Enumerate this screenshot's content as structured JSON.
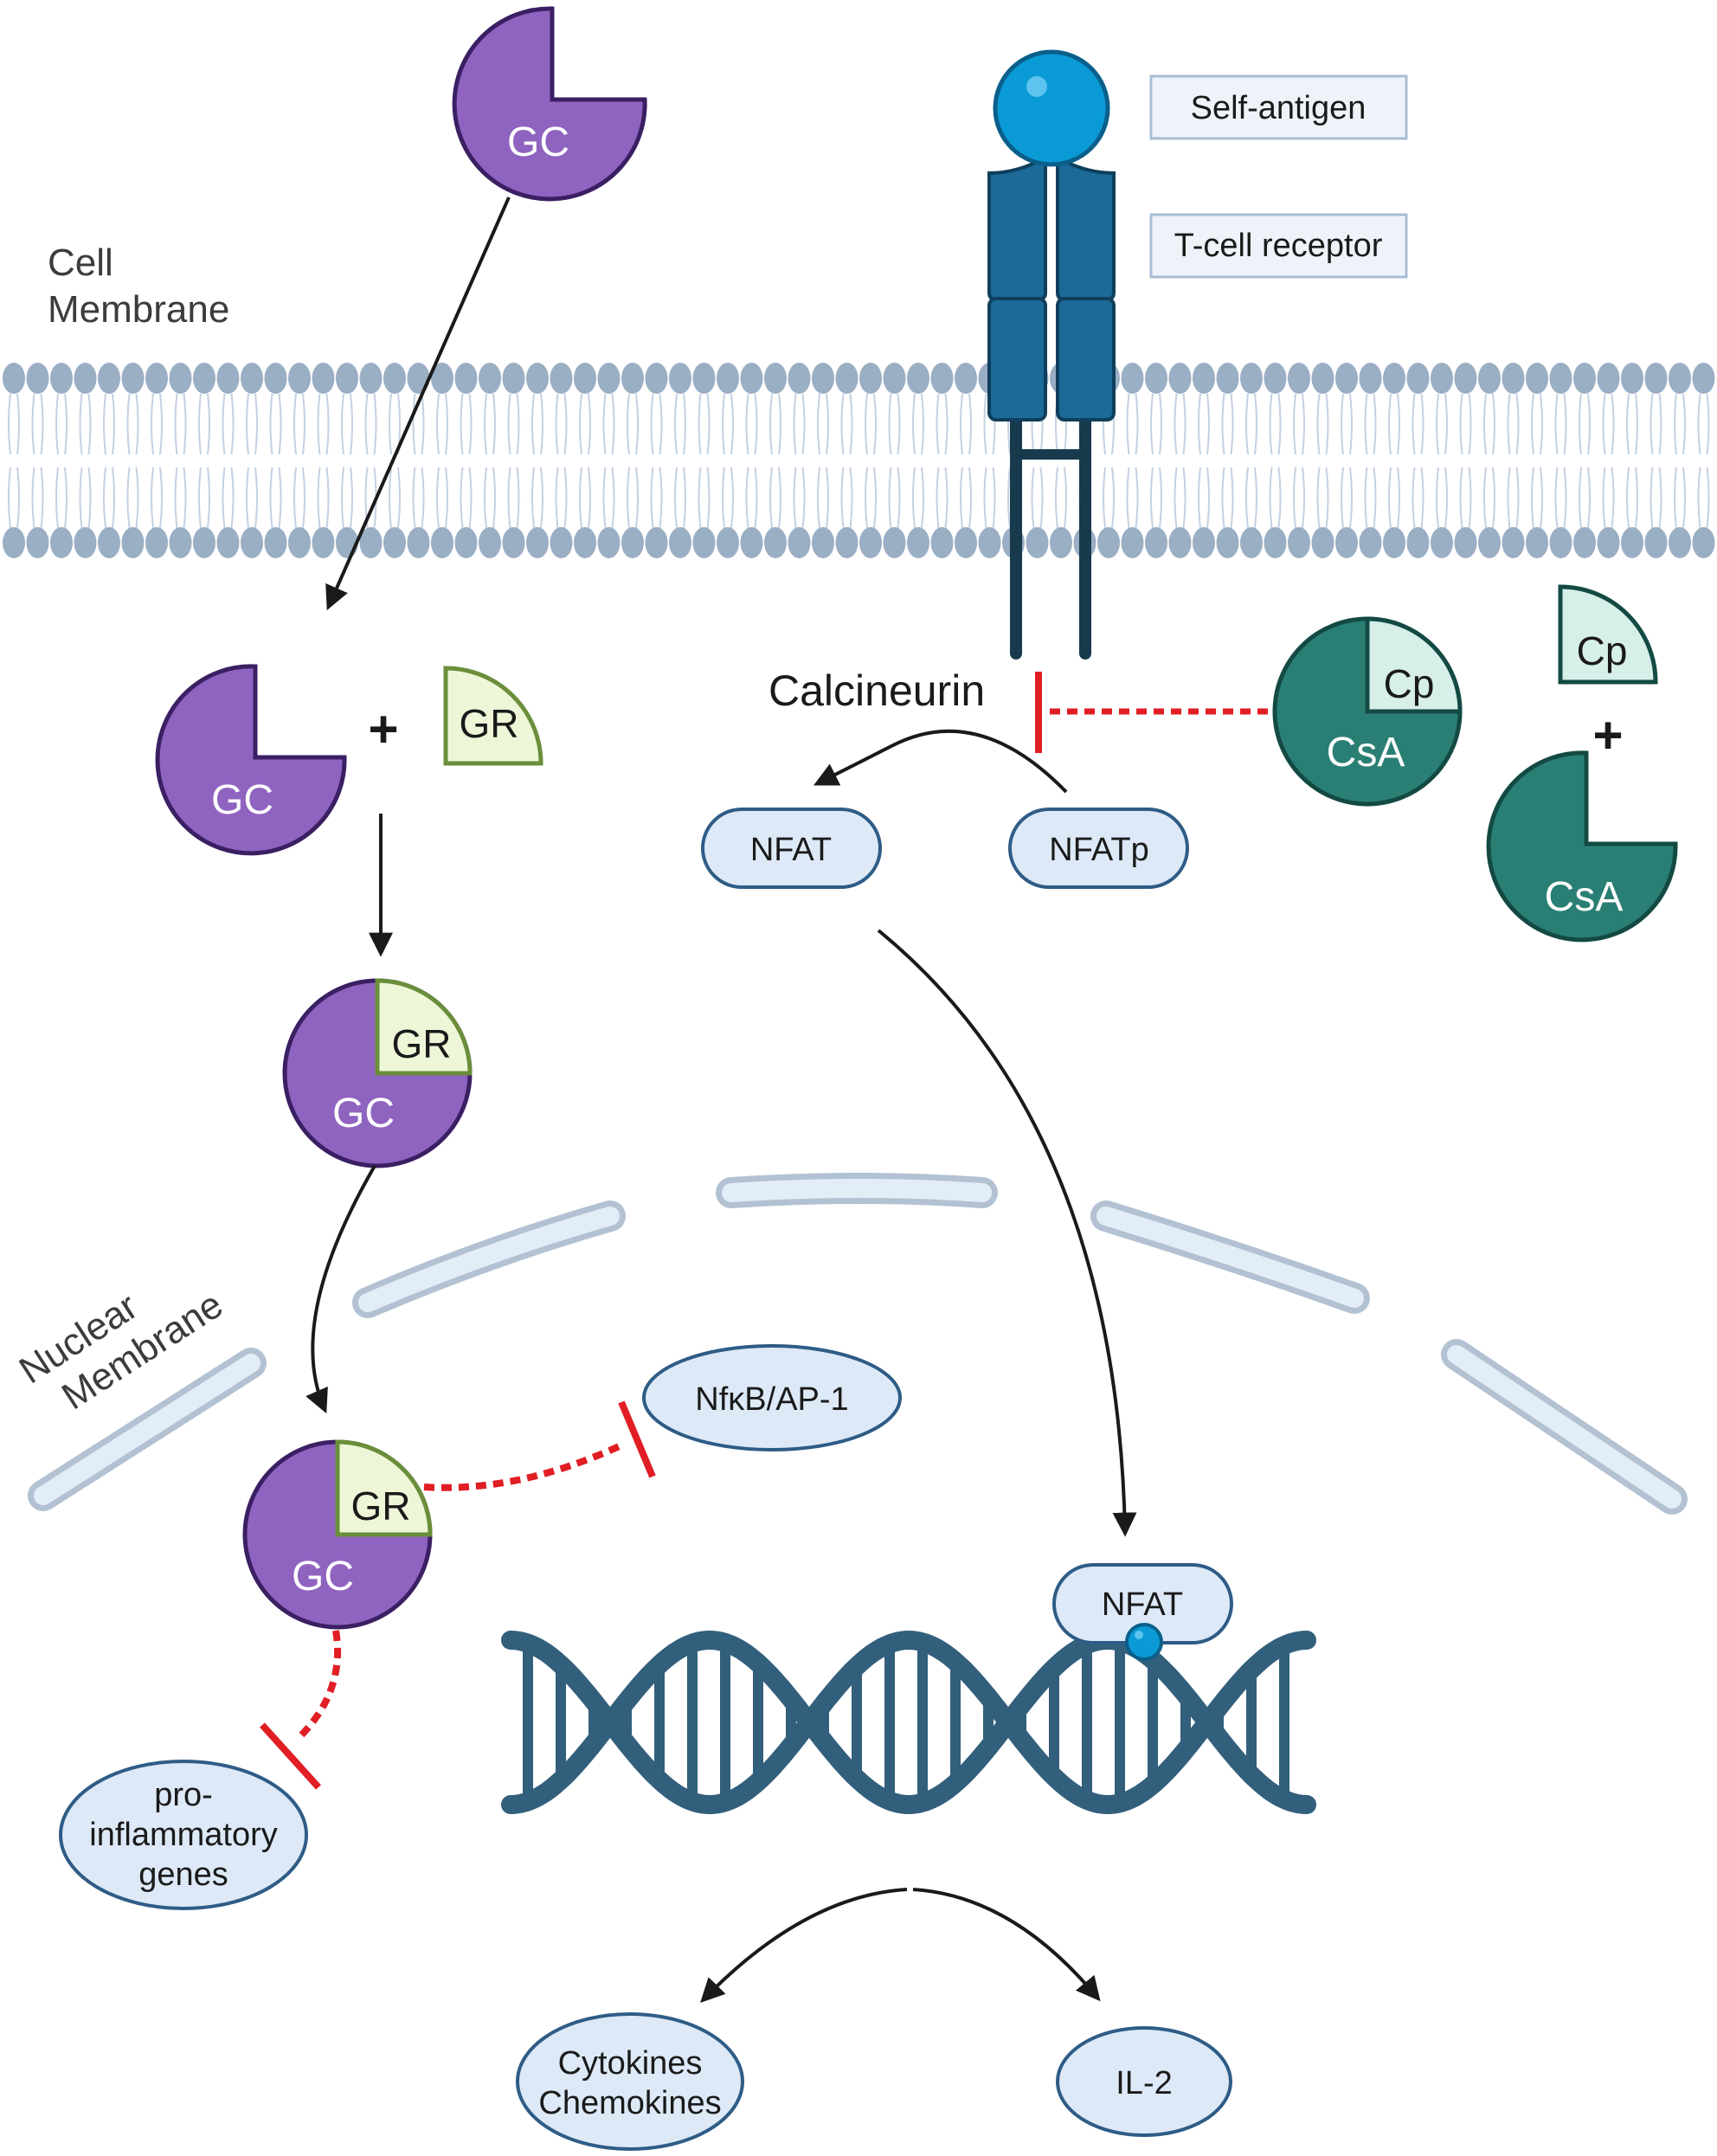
{
  "labels": {
    "cell_membrane_1": "Cell",
    "cell_membrane_2": "Membrane",
    "nuclear_membrane_1": "Nuclear",
    "nuclear_membrane_2": "Membrane",
    "self_antigen": "Self-antigen",
    "tcell_receptor": "T-cell receptor",
    "calcineurin": "Calcineurin",
    "gc": "GC",
    "gr": "GR",
    "plus": "+",
    "cp": "Cp",
    "csa": "CsA",
    "nfat": "NFAT",
    "nfatp": "NFATp",
    "nfkb_ap1": "NfκB/AP-1",
    "proinflammatory_1": "pro-",
    "proinflammatory_2": "inflammatory",
    "proinflammatory_3": "genes",
    "cytokines": "Cytokines",
    "chemokines": "Chemokines",
    "il2": "IL-2"
  },
  "colors": {
    "gc_purple": "#8f63c0",
    "gr_green": "#eef6d8",
    "gr_border": "#6a8e3a",
    "csa_teal": "#2a7f74",
    "cp_light": "#d6efe9",
    "receptor_blue": "#1b6a98",
    "antigen_blue": "#0a9ad6",
    "membrane_bead": "#9aaec4",
    "oval_fill": "#dde9f7",
    "oval_border": "#2e5c86",
    "inhibit_red": "#e01e24",
    "dna": "#325f7c",
    "nuclear_membrane": "#dfeaf6"
  }
}
